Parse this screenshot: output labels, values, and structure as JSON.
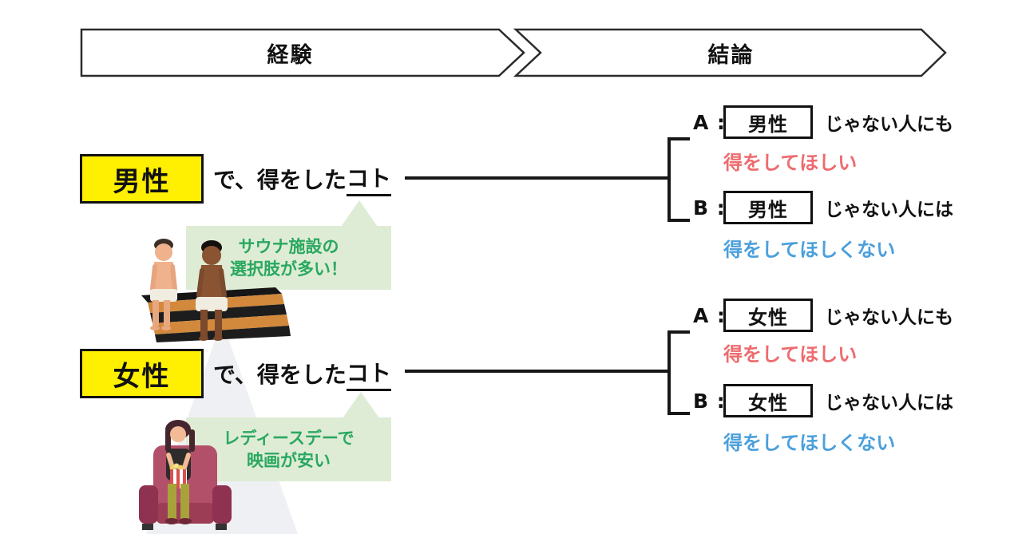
{
  "header": {
    "experience": "経験",
    "conclusion": "結論"
  },
  "colors": {
    "highlight_yellow": "#ffef00",
    "bubble_background_green": "#dfecd5",
    "bubble_text_green": "#2aa860",
    "result_positive_red": "#ee6b6e",
    "result_negative_blue": "#4ba0dc",
    "line_black": "#171717"
  },
  "sections": [
    {
      "subject": "男性",
      "statement_prefix": "で、得をした",
      "statement_underlined": "コト",
      "bubble": {
        "line1": "サウナ施設の",
        "line2": "選択肢が多い！"
      },
      "illustration": "sauna-men-illustration",
      "options": [
        {
          "label": "A :",
          "boxed": "男性",
          "suffix": "じゃない人にも",
          "result": "得をしてほしい",
          "sentiment": "positive"
        },
        {
          "label": "B :",
          "boxed": "男性",
          "suffix": "じゃない人には",
          "result": "得をしてほしくない",
          "sentiment": "negative"
        }
      ]
    },
    {
      "subject": "女性",
      "statement_prefix": "で、得をした",
      "statement_underlined": "コト",
      "bubble": {
        "line1": "レディースデーで",
        "line2": "映画が安い"
      },
      "illustration": "cinema-woman-illustration",
      "options": [
        {
          "label": "A :",
          "boxed": "女性",
          "suffix": "じゃない人にも",
          "result": "得をしてほしい",
          "sentiment": "positive"
        },
        {
          "label": "B :",
          "boxed": "女性",
          "suffix": "じゃない人には",
          "result": "得をしてほしくない",
          "sentiment": "negative"
        }
      ]
    }
  ]
}
